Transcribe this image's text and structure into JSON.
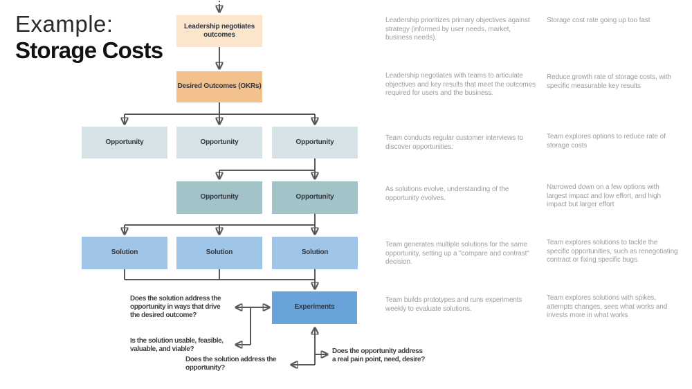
{
  "slide": {
    "title_line1": "Example:",
    "title_line2": "Storage Costs"
  },
  "diagram": {
    "nodes": {
      "leadership": "Leadership negotiates outcomes",
      "okr": "Desired Outcomes (OKRs)",
      "opp_row1_a": "Opportunity",
      "opp_row1_b": "Opportunity",
      "opp_row1_c": "Opportunity",
      "opp_row2_a": "Opportunity",
      "opp_row2_b": "Opportunity",
      "sol_a": "Solution",
      "sol_b": "Solution",
      "sol_c": "Solution",
      "experiments": "Experiments"
    },
    "questions": {
      "q_outcome": "Does the solution address the\nopportunity in ways that drive\nthe desired outcome?",
      "q_viable": "Is the solution usable, feasible,\nvaluable, and viable?",
      "q_solution": "Does the solution address the\nopportunity?",
      "q_pain": "Does the opportunity address\na real pain point, need, desire?"
    },
    "colors": {
      "leadership_box": "#fce5cd",
      "okr_box": "#f3c18c",
      "opportunity_row1_box": "#d5e3e6",
      "opportunity_row2_box": "#a2c4c9",
      "solution_box": "#9fc5e8",
      "experiments_box": "#69a3d9",
      "connector": "#595959"
    }
  },
  "annotations": {
    "process": [
      "Leadership prioritizes primary objectives against strategy (informed by user needs, market, business needs).",
      "Leadership negotiates with teams to articulate objectives and key results that meet the outcomes required for users and the business.",
      "Team conducts regular customer interviews to discover opportunities.",
      "As solutions evolve, understanding of the opportunity evolves.",
      "Team generates multiple solutions for the same opportunity, setting up a \"compare and contrast\" decision.",
      "Team builds prototypes and runs experiments weekly to evaluate solutions."
    ],
    "example": [
      "Storage cost rate going up too fast",
      "Reduce growth rate of storage costs, with specific measurable key results",
      "Team explores options to reduce rate of storage costs",
      "Narrowed down on a few options with largest impact and low effort, and high impact but larger effort",
      "Team explores solutions to tackle the specific opportunities, such as renegotiating contract or fixing specific bugs.",
      "Team explores solutions with spikes, attempts changes, sees what works and invests more in what works"
    ]
  }
}
